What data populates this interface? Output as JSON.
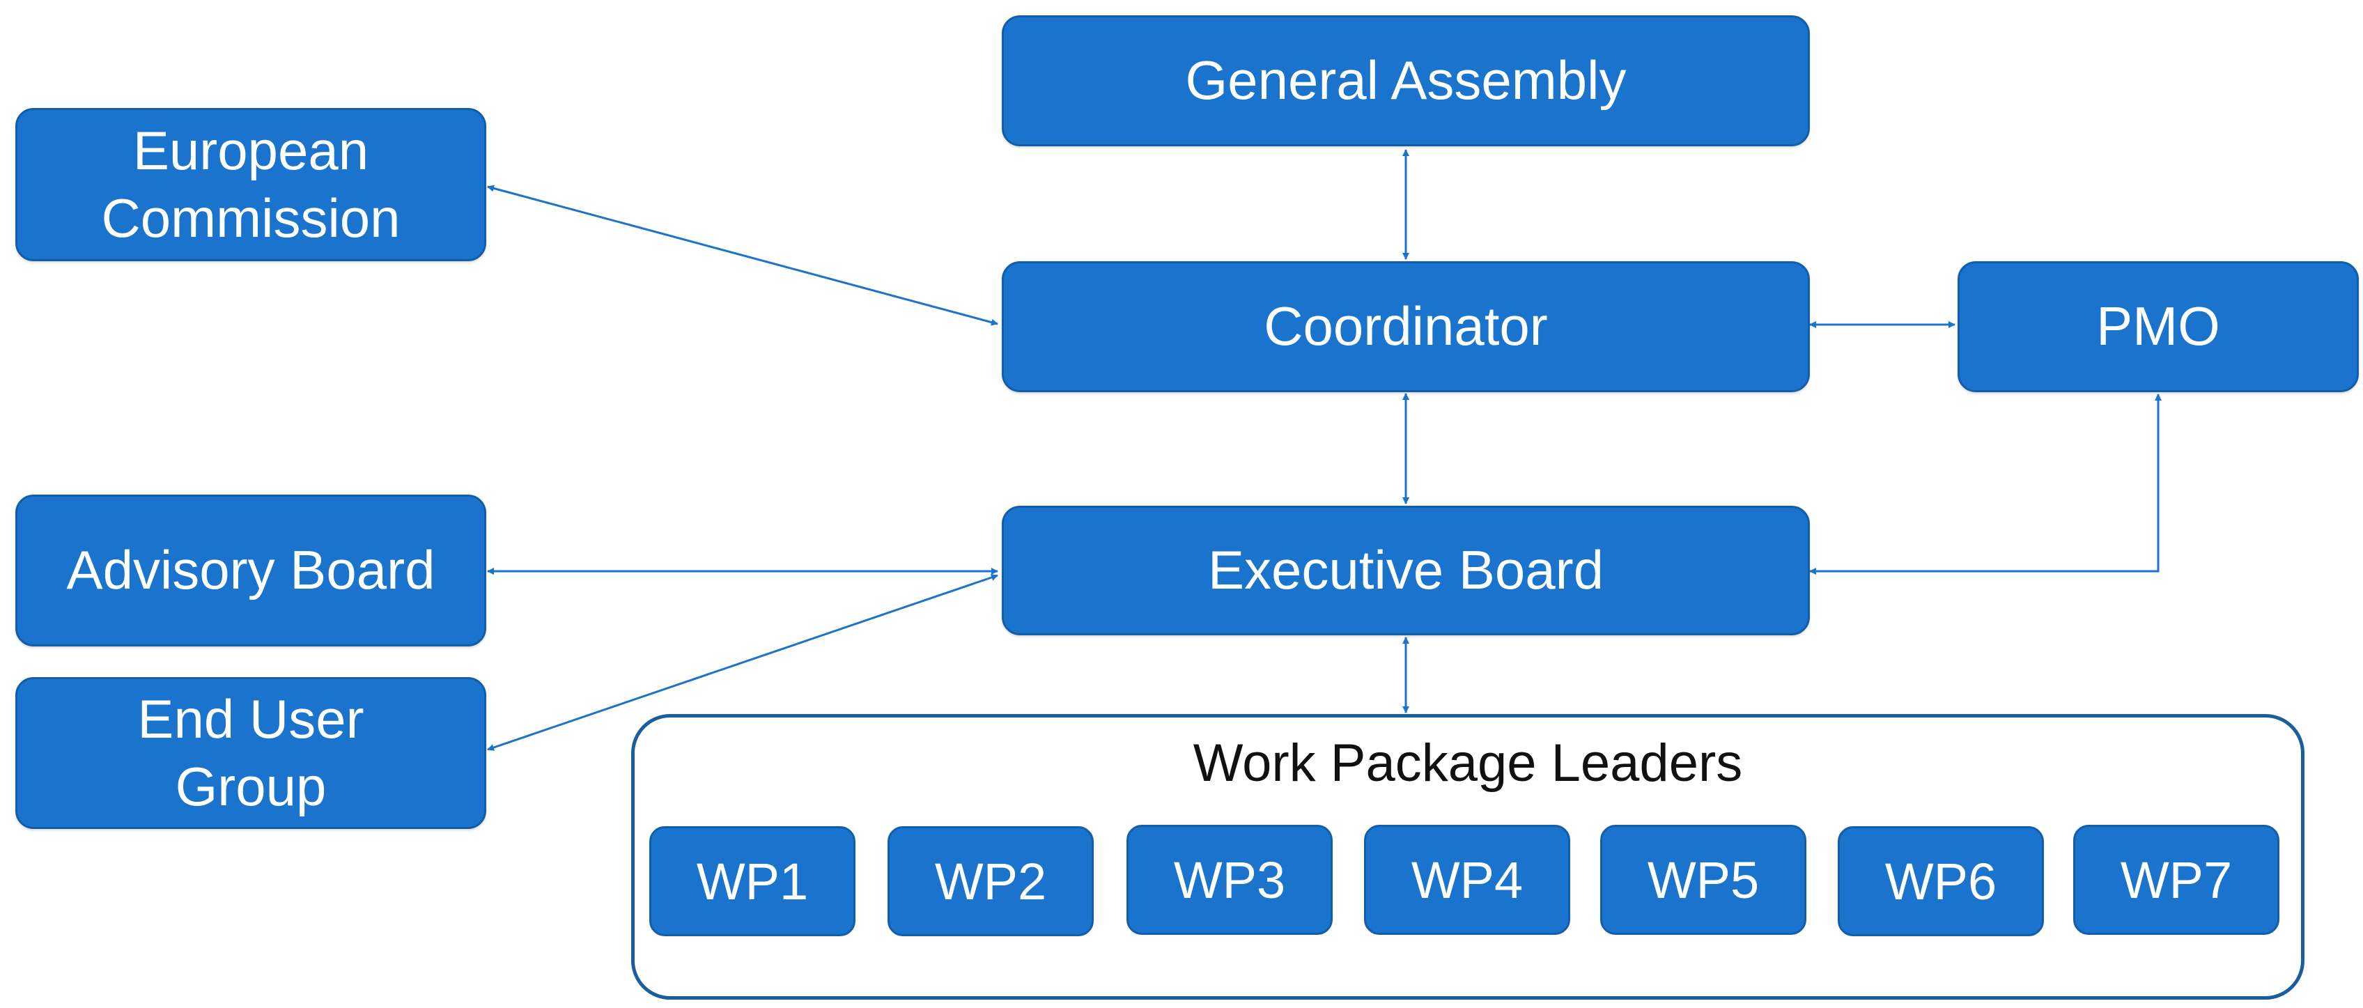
{
  "diagram": {
    "nodes": {
      "general_assembly": "General Assembly",
      "european_commission": "European Commission",
      "coordinator": "Coordinator",
      "pmo": "PMO",
      "advisory_board": "Advisory Board",
      "executive_board": "Executive Board",
      "end_user_group": "End User Group"
    },
    "work_packages": {
      "title": "Work Package Leaders",
      "items": [
        "WP1",
        "WP2",
        "WP3",
        "WP4",
        "WP5",
        "WP6",
        "WP7"
      ]
    },
    "edge_color": "#1a73cc",
    "node_color": "#1a73cc"
  }
}
